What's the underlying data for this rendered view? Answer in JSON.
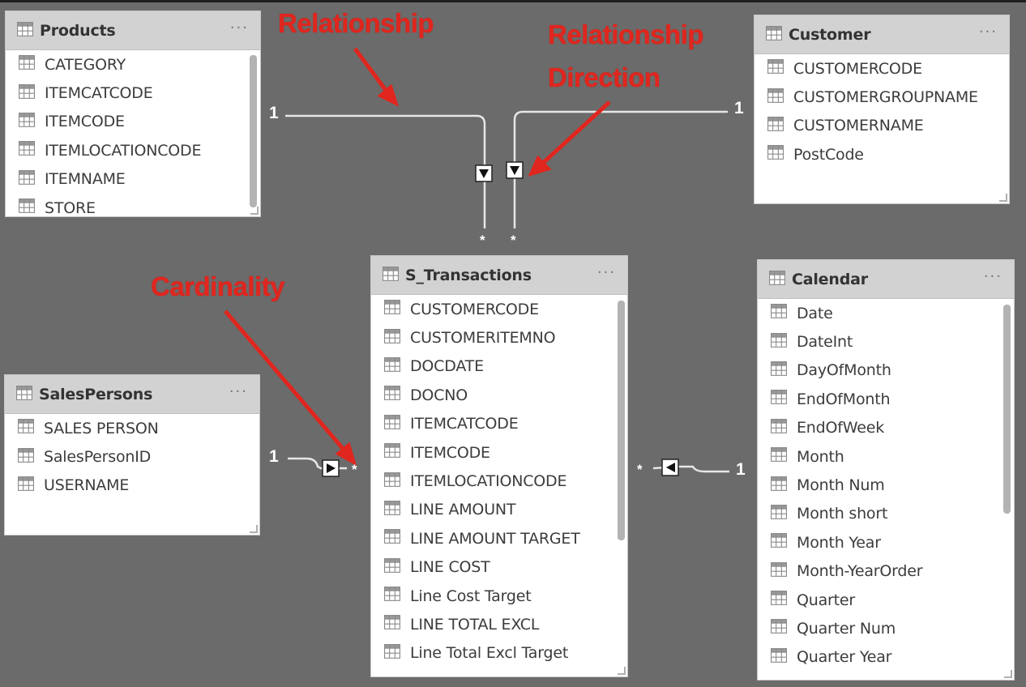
{
  "annotations": {
    "relationship": "Relationship",
    "relationship_direction_line1": "Relationship",
    "relationship_direction_line2": "Direction",
    "cardinality": "Cardinality"
  },
  "tables": {
    "products": {
      "title": "Products",
      "more": "···",
      "fields": [
        "CATEGORY",
        "ITEMCATCODE",
        "ITEMCODE",
        "ITEMLOCATIONCODE",
        "ITEMNAME",
        "STORE"
      ]
    },
    "customer": {
      "title": "Customer",
      "more": "···",
      "fields": [
        "CUSTOMERCODE",
        "CUSTOMERGROUPNAME",
        "CUSTOMERNAME",
        "PostCode"
      ]
    },
    "salespersons": {
      "title": "SalesPersons",
      "more": "···",
      "fields": [
        "SALES PERSON",
        "SalesPersonID",
        "USERNAME"
      ]
    },
    "transactions": {
      "title": "S_Transactions",
      "more": "···",
      "fields": [
        "CUSTOMERCODE",
        "CUSTOMERITEMNO",
        "DOCDATE",
        "DOCNO",
        "ITEMCATCODE",
        "ITEMCODE",
        "ITEMLOCATIONCODE",
        "LINE AMOUNT",
        "LINE AMOUNT TARGET",
        "LINE COST",
        "Line Cost Target",
        "LINE TOTAL EXCL",
        "Line Total Excl Target"
      ]
    },
    "calendar": {
      "title": "Calendar",
      "more": "···",
      "fields": [
        "Date",
        "DateInt",
        "DayOfMonth",
        "EndOfMonth",
        "EndOfWeek",
        "Month",
        "Month Num",
        "Month short",
        "Month Year",
        "Month-YearOrder",
        "Quarter",
        "Quarter Num",
        "Quarter Year"
      ]
    }
  },
  "relationships": {
    "products_one": "1",
    "customer_one": "1",
    "salespersons_one": "1",
    "calendar_one": "1",
    "many_symbol": "*"
  },
  "colors": {
    "canvas": "#6b6b6b",
    "annotation": "#e0261e",
    "header": "#d2d2d2",
    "line": "#e6e6e6"
  }
}
